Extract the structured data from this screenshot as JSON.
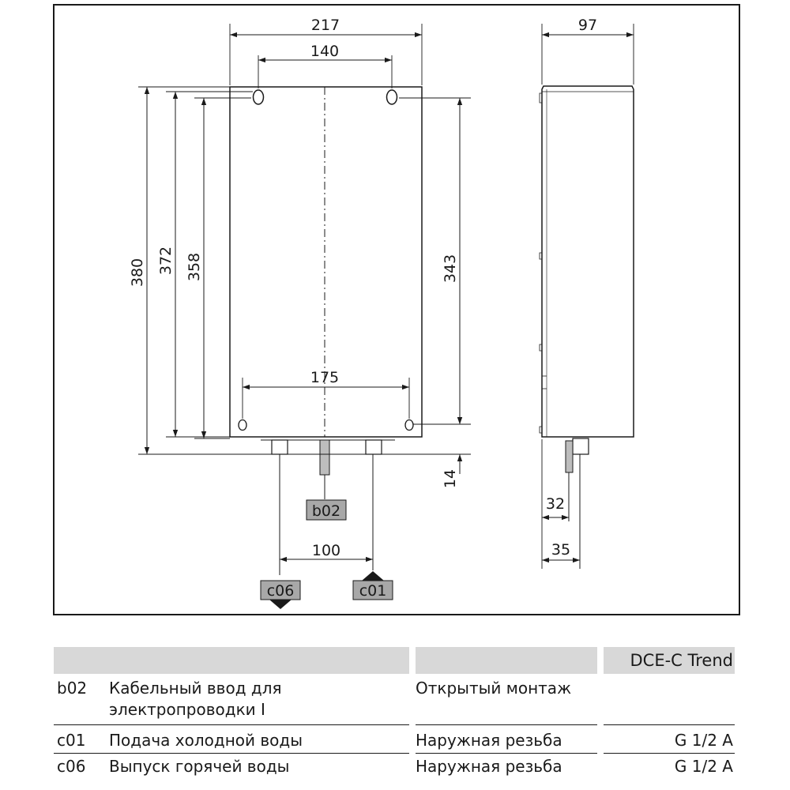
{
  "drawing": {
    "dimensions": {
      "width_overall": "217",
      "holes_top": "140",
      "holes_bottom": "175",
      "height_overall": "380",
      "height_372": "372",
      "height_358": "358",
      "holes_vertical": "343",
      "connection_offset": "14",
      "connections_spacing": "100",
      "depth": "97",
      "side_32": "32",
      "side_35": "35"
    },
    "tags": {
      "b02": "b02",
      "c01": "c01",
      "c06": "c06"
    }
  },
  "table": {
    "header_model": "DCE-C Trend",
    "rows": [
      {
        "code": "b02",
        "desc_line1": "Кабельный ввод для",
        "desc_line2": "электропроводки I",
        "mount": "Открытый монтаж",
        "value": ""
      },
      {
        "code": "c01",
        "desc_line1": "Подача холодной воды",
        "desc_line2": "",
        "mount": "Наружная резьба",
        "value": "G 1/2 A"
      },
      {
        "code": "c06",
        "desc_line1": "Выпуск горячей воды",
        "desc_line2": "",
        "mount": "Наружная резьба",
        "value": "G 1/2 A"
      }
    ]
  }
}
